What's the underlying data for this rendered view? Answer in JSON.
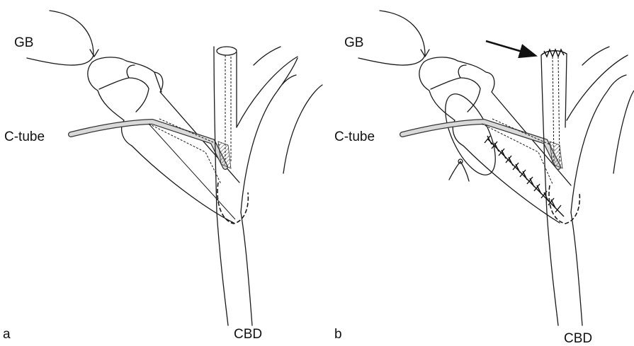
{
  "panels": [
    {
      "id": "a",
      "panel_label": "a",
      "labels": {
        "gb": "GB",
        "tube": "C-tube",
        "duct": "CBD"
      }
    },
    {
      "id": "b",
      "panel_label": "b",
      "labels": {
        "gb": "GB",
        "tube": "C-tube",
        "duct": "CBD"
      }
    }
  ]
}
